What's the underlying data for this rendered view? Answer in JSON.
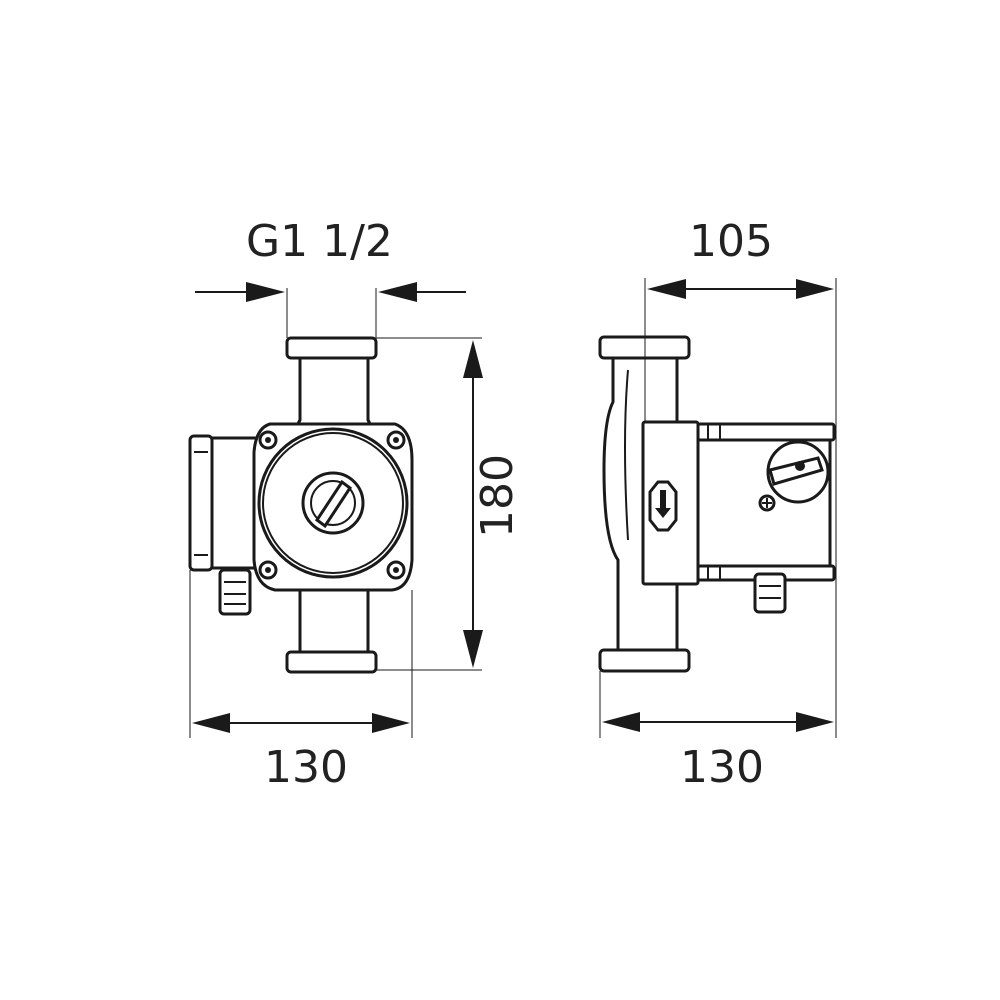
{
  "dimensions": {
    "connection_thread": "G1 1/2",
    "side_depth": "105",
    "port_to_port": "180",
    "front_width": "130",
    "side_width": "130"
  },
  "colors": {
    "line": "#1a1a1a",
    "background": "#ffffff"
  }
}
